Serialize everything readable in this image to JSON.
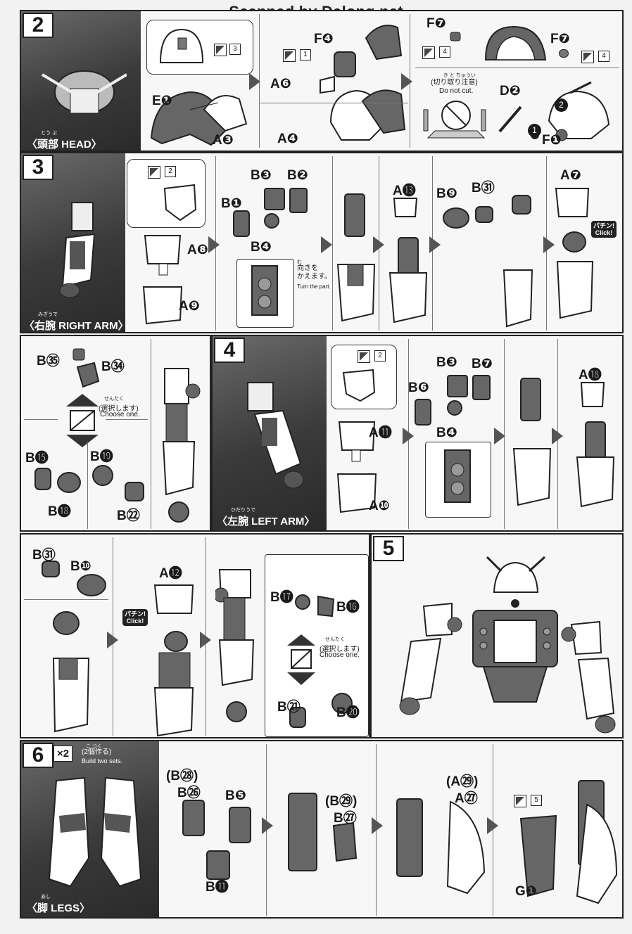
{
  "watermark": "Scanned by Dalong.net",
  "steps": {
    "s2": {
      "number": "2",
      "title": "〈頭部 HEAD〉",
      "ruby": "とう ぶ",
      "labels": {
        "e1": "E❶",
        "a3": "A❸",
        "a6": "A❻",
        "f4": "F❹",
        "a4": "A❹",
        "f7a": "F❼",
        "f7b": "F❼",
        "d2": "D❷",
        "f1": "F❶"
      },
      "sq3": "3",
      "sq1": "1",
      "sq4a": "4",
      "sq4b": "4",
      "do_not_cut_jp": "(切り取り注意)",
      "do_not_cut_ruby": "き と ちゅうい",
      "do_not_cut_en": "Do not cut.",
      "order1": "1",
      "order2": "2"
    },
    "s3": {
      "number": "3",
      "title": "〈右腕 RIGHT ARM〉",
      "ruby": "みぎうで",
      "labels": {
        "a8": "A❽",
        "a9": "A❾",
        "b1": "B❶",
        "b3": "B❸",
        "b2": "B❷",
        "b4": "B❹",
        "a13": "A⓭",
        "b9": "B❾",
        "b31": "B㉛",
        "a7": "A❼"
      },
      "sq2": "2",
      "turn_jp": "向きを\nかえます。",
      "turn_ruby": "む",
      "turn_en": "Turn the part.",
      "click_jp": "パチン!",
      "click_en": "Click!"
    },
    "s3b": {
      "labels": {
        "b35": "B㉟",
        "b34": "B㉞",
        "b15": "B⓯",
        "b18": "B⓲",
        "b19": "B⓳",
        "b22": "B㉒"
      },
      "choose_jp": "(選択します)",
      "choose_ruby": "せんたく",
      "choose_en": "Choose one."
    },
    "s4": {
      "number": "4",
      "title": "〈左腕 LEFT ARM〉",
      "ruby": "ひだりうで",
      "labels": {
        "a11": "A⓫",
        "a10": "A❿",
        "b3": "B❸",
        "b7": "B❼",
        "b6": "B❻",
        "b4": "B❹",
        "a18": "A⓲"
      },
      "sq2": "2"
    },
    "s4b": {
      "labels": {
        "b31": "B㉛",
        "b10": "B❿",
        "a12": "A⓬",
        "b17": "B⓱",
        "b16": "B⓰",
        "b21": "B㉑",
        "b20": "B⓴"
      },
      "click_jp": "パチン!",
      "click_en": "Click!",
      "choose_jp": "(選択します)",
      "choose_ruby": "せんたく",
      "choose_en": "Choose one."
    },
    "s5": {
      "number": "5"
    },
    "s6": {
      "number": "6",
      "title": "〈脚 LEGS〉",
      "ruby": "あし",
      "x2": "×2",
      "build_jp": "(2個作る)",
      "build_ruby": "こ つく",
      "build_en": "Build two sets.",
      "labels": {
        "b28": "(B㉘)",
        "b26": "B㉖",
        "b5": "B❺",
        "b11": "B⓫",
        "b29": "(B㉙)",
        "b27": "B㉗",
        "a29": "(A㉙)",
        "a27": "A㉗",
        "g1": "G❶"
      },
      "sq5": "5"
    }
  }
}
